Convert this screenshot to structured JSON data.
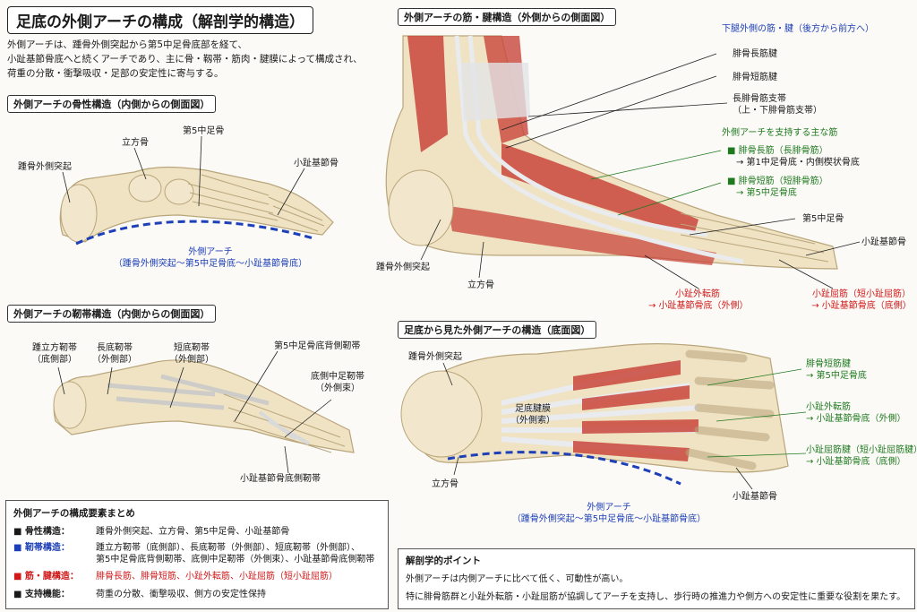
{
  "title": "足底の外側アーチの構成（解剖学的構造）",
  "intro": [
    "外側アーチは、踵骨外側突起から第5中足骨底部を経て、",
    "小趾基節骨底へと続くアーチであり、主に骨・靱帯・筋肉・腱膜によって構成され、",
    "荷重の分散・衝撃吸収・足部の安定性に寄与する。"
  ],
  "panels": {
    "bone": {
      "title": "外側アーチの骨性構造（内側からの側面図）",
      "labels": {
        "calc": "踵骨外側突起",
        "cuboid": "立方骨",
        "meta5": "第5中足骨",
        "phalanx": "小趾基節骨",
        "arch1": "外側アーチ",
        "arch2": "（踵骨外側突起〜第5中足骨底〜小趾基節骨底）"
      }
    },
    "lig": {
      "title": "外側アーチの靭帯構造（内側からの側面図）",
      "labels": {
        "calccub1": "踵立方靭帯",
        "calccub2": "（底側部）",
        "longplant1": "長底靭帯",
        "longplant2": "（外側部）",
        "shortplant1": "短底靭帯",
        "shortplant2": "（外側部）",
        "dorsal5": "第5中足骨底背側靭帯",
        "plantarmid1": "底側中足靭帯",
        "plantarmid2": "（外側束）",
        "phalplant": "小趾基節骨底側靭帯"
      }
    },
    "muscle": {
      "title": "外側アーチの筋・腱構造（外側からの側面図）",
      "header": "下腿外側の筋・腱（後方から前方へ）",
      "labels": {
        "pl_tendon": "腓骨長筋腱",
        "pb_tendon": "腓骨短筋腱",
        "retinac1": "長腓骨筋支帯",
        "retinac2": "（上・下腓骨筋支帯）",
        "support_head": "外側アーチを支持する主な筋",
        "pl1": "■ 腓骨長筋（長腓骨筋）",
        "pl2": "→ 第1中足骨底・内側楔状骨底",
        "pb1": "■ 腓骨短筋（短腓骨筋）",
        "pb2": "→ 第5中足骨底",
        "meta5": "第5中足骨",
        "phalanx": "小趾基節骨",
        "calc": "踵骨外側突起",
        "cuboid": "立方骨",
        "abd1": "小趾外転筋",
        "abd2": "→ 小趾基節骨底（外側）",
        "flex1": "小趾屈筋（短小趾屈筋）",
        "flex2": "→ 小趾基節骨底（底側）"
      }
    },
    "plantar": {
      "title": "足底から見た外側アーチの構造（底面図）",
      "labels": {
        "calc": "踵骨外側突起",
        "apon1": "足底腱膜",
        "apon2": "（外側索）",
        "cuboid": "立方骨",
        "arch1": "外側アーチ",
        "arch2": "（踵骨外側突起〜第5中足骨底〜小趾基節骨底）",
        "pb1": "腓骨短筋腱",
        "pb2": "→ 第5中足骨底",
        "abd1": "小趾外転筋",
        "abd2": "→ 小趾基節骨底（外側）",
        "flex1": "小趾屈筋腱（短小趾屈筋腱）",
        "flex2": "→ 小趾基節骨底（底側）",
        "phalanx": "小趾基節骨"
      }
    }
  },
  "summary": {
    "title": "外側アーチの構成要素まとめ",
    "rows": [
      {
        "key": "■ 骨性構造：",
        "value": "踵骨外側突起、立方骨、第5中足骨、小趾基節骨",
        "value2": ""
      },
      {
        "key": "■ 靭帯構造：",
        "value": "踵立方靭帯（底側部）、長底靭帯（外側部）、短底靭帯（外側部）、",
        "value2": "第5中足骨底背側靭帯、底側中足靭帯（外側束）、小趾基節骨底側靭帯"
      },
      {
        "key": "■ 筋・腱構造：",
        "value": "腓骨長筋、腓骨短筋、小趾外転筋、小趾屈筋（短小趾屈筋）",
        "value2": ""
      },
      {
        "key": "■ 支持機能：",
        "value": "荷重の分散、衝撃吸収、側方の安定性保持",
        "value2": ""
      }
    ]
  },
  "points": {
    "title": "解剖学的ポイント",
    "p1": "外側アーチは内側アーチに比べて低く、可動性が高い。",
    "p2": "特に腓骨筋群と小趾外転筋・小趾屈筋が協調してアーチを支持し、歩行時の推進力や側方への安定性に重要な役割を果たす。"
  },
  "colors": {
    "bone": "#efe3c4",
    "bone_edge": "#b9a57a",
    "muscle": "#c9463c",
    "tendon": "#e9ebee",
    "arch_line": "#1d3fb7"
  }
}
